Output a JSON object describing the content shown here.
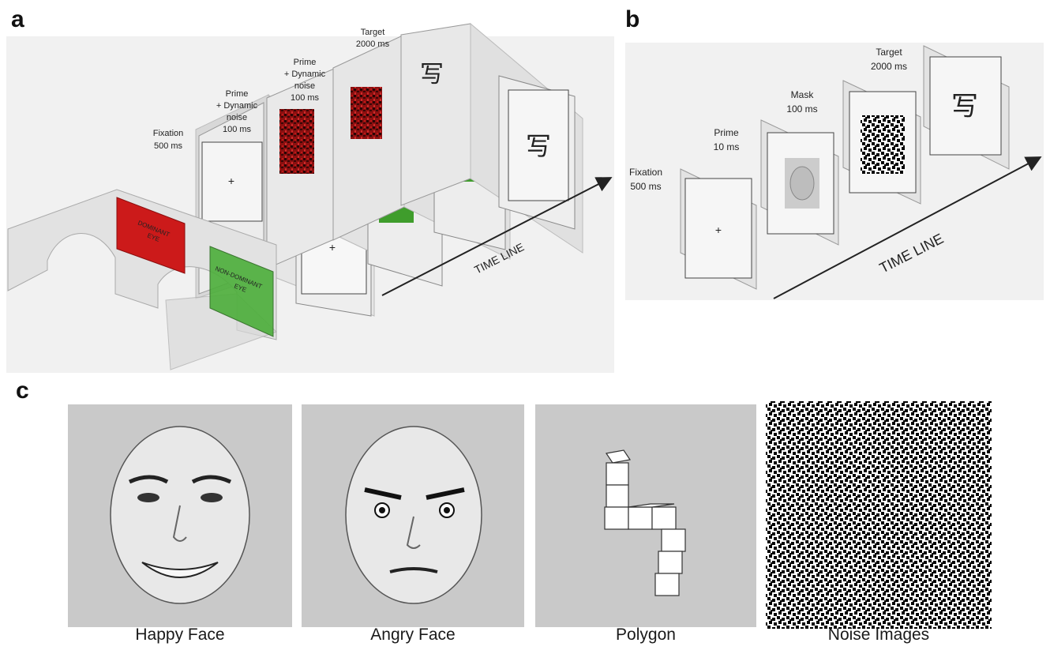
{
  "panels": {
    "a": "a",
    "b": "b",
    "c": "c"
  },
  "panel_a": {
    "fixation": [
      "Fixation",
      "500 ms"
    ],
    "prime1": [
      "Prime",
      "+ Dynamic",
      "noise",
      "100 ms"
    ],
    "prime2": [
      "Prime",
      "+ Dynamic",
      "noise",
      "100 ms"
    ],
    "target": [
      "Target",
      "2000 ms"
    ],
    "fixation_symbol": "+",
    "target_char": "写",
    "timeline": "TIME LINE",
    "glasses": {
      "left_lens": [
        "DOMINANT",
        "EYE"
      ],
      "right_lens": [
        "NON-DOMINANT",
        "EYE"
      ]
    }
  },
  "panel_b": {
    "fixation": [
      "Fixation",
      "500 ms"
    ],
    "prime": [
      "Prime",
      "10 ms"
    ],
    "mask": [
      "Mask",
      "100 ms"
    ],
    "target": [
      "Target",
      "2000 ms"
    ],
    "fixation_symbol": "+",
    "target_char": "写",
    "timeline": "TIME LINE"
  },
  "panel_c": {
    "captions": [
      "Happy Face",
      "Angry Face",
      "Polygon",
      "Noise Images"
    ]
  },
  "colors": {
    "red_lens": "#cc1a1a",
    "green_lens": "#4cae3a",
    "red_noise": "#8a1010",
    "green_screen": "#3a9f2a",
    "stimulus_bg": "#c9c9c9"
  }
}
